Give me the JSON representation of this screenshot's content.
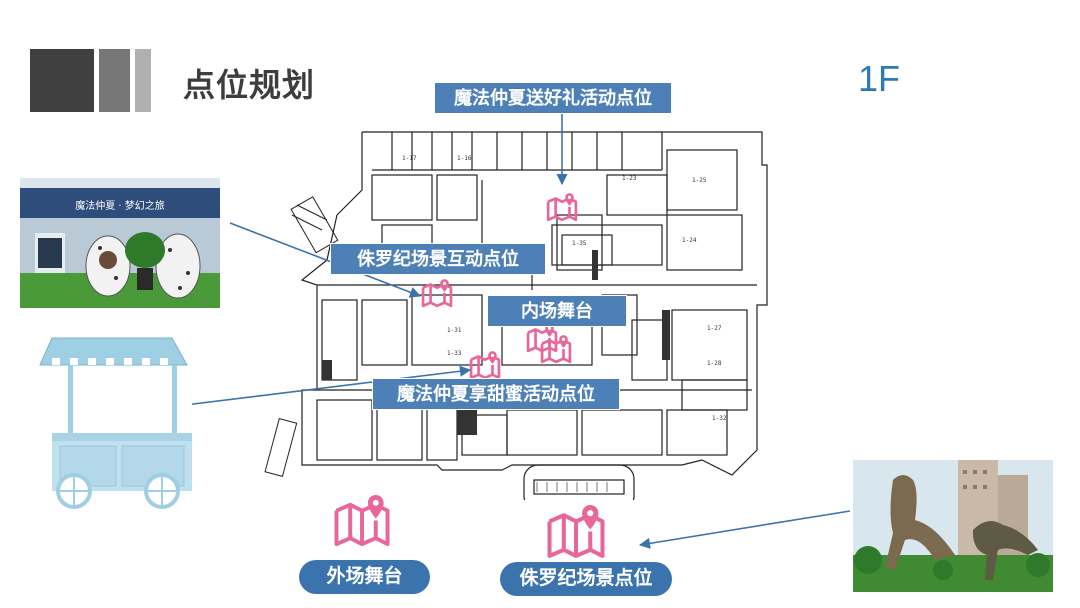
{
  "slide": {
    "title": "点位规划",
    "floor": "1F"
  },
  "labels": {
    "magic_gift": "魔法仲夏送好礼活动点位",
    "jurassic_interactive": "侏罗纪场景互动点位",
    "indoor_stage": "内场舞台",
    "magic_sweet": "魔法仲夏享甜蜜活动点位",
    "outdoor_stage": "外场舞台",
    "jurassic_scene": "侏罗纪场景点位"
  },
  "photos": {
    "egg_banner_text": "魔法仲夏 · 梦幻之旅"
  },
  "colors": {
    "accent_blue": "#2c79b8",
    "label_blue": "#4e80b8",
    "pin_pink": "#e8679b",
    "header_dark": "#404040"
  },
  "icons": {
    "map_pin": "map-pin-icon"
  }
}
